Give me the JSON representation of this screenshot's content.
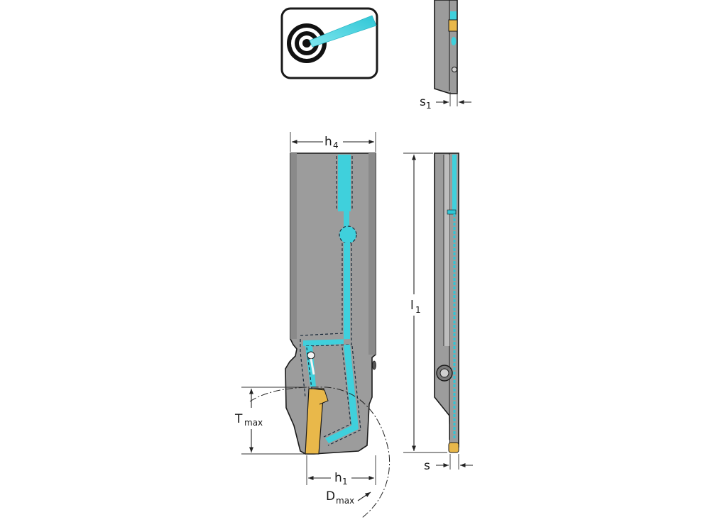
{
  "diagram": {
    "labels": {
      "h4": "h",
      "h4_sub": "4",
      "l1": "l",
      "l1_sub": "1",
      "s1": "s",
      "s1_sub": "1",
      "s": "s",
      "tmax": "T",
      "tmax_sub": "max",
      "h1": "h",
      "h1_sub": "1",
      "dmax": "D",
      "dmax_sub": "max"
    },
    "icon": "internal-coolant-target-icon",
    "colors": {
      "body": "#9c9c9c",
      "coolant": "#3fd0dc",
      "insert": "#e9b84a",
      "outline": "#1a1a1a"
    }
  }
}
